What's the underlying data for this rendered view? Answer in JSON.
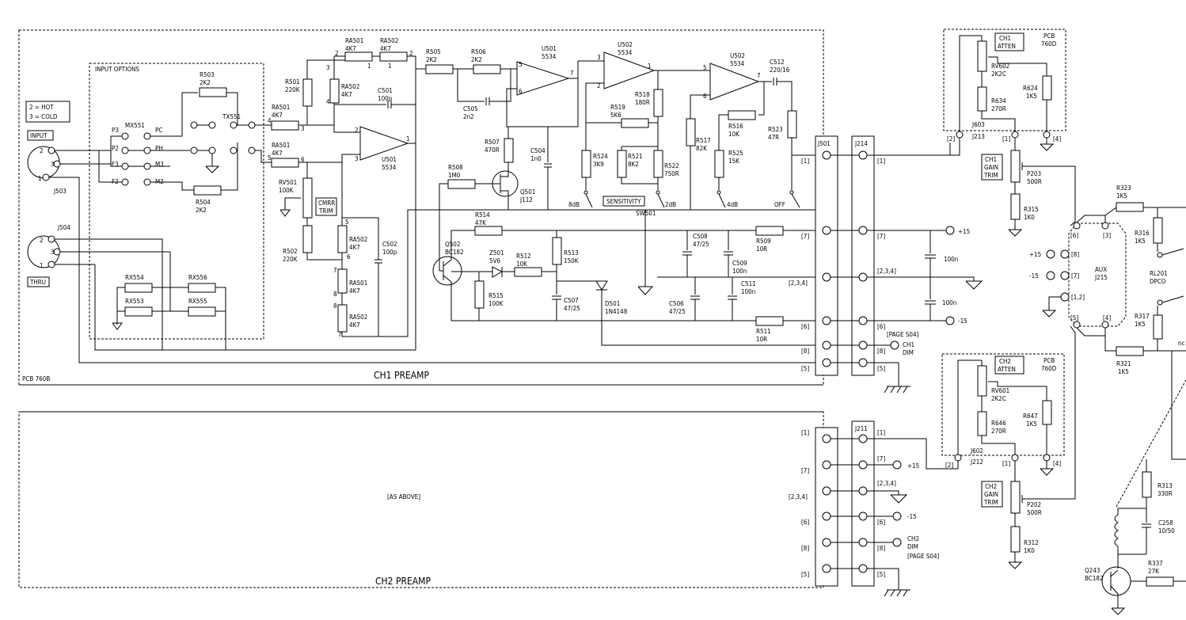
{
  "ch1": {
    "title": "CH1 PREAMP",
    "pcb": "PCB 760B",
    "input_options": "INPUT OPTIONS",
    "legend1": "2 = HOT",
    "legend2": "3 = COLD",
    "input": "INPUT",
    "thru": "THRU",
    "j503": "J503",
    "j504": "J504",
    "p3": "P3",
    "p2": "P2",
    "f3": "F3",
    "f2": "F2",
    "mx551": "MX551",
    "pc": "PC",
    "ph": "PH",
    "m3": "M3",
    "m2": "M2",
    "tx551": "TX551",
    "r503": [
      "R503",
      "2K2"
    ],
    "r504": [
      "R504",
      "2K2"
    ],
    "rx554": "RX554",
    "rx556": "RX556",
    "rx553": "RX553",
    "rx555": "RX555",
    "r501": [
      "R501",
      "220K"
    ],
    "rv501": [
      "RV501",
      "100K"
    ],
    "r502": [
      "R502",
      "220K"
    ],
    "cmrr": [
      "CMRR",
      "TRIM"
    ],
    "ra501_top": [
      "RA501",
      "4K7"
    ],
    "ra502_top": [
      "RA502",
      "4K7"
    ],
    "ra502_l": [
      "RA502",
      "4K7"
    ],
    "c501": [
      "C501",
      "100p"
    ],
    "ra501_in1": [
      "RA501",
      "4K7"
    ],
    "ra501_in2": [
      "RA501",
      "4K7"
    ],
    "u501a": [
      "U501",
      "5534"
    ],
    "ra502_b1": [
      "RA502",
      "4K7"
    ],
    "ra501_b": [
      "RA501",
      "4K7"
    ],
    "ra502_b2": [
      "RA502",
      "4K7"
    ],
    "c502": [
      "C502",
      "100p"
    ],
    "r505": [
      "R505",
      "2K2"
    ],
    "r506": [
      "R506",
      "2K2"
    ],
    "c505": [
      "C505",
      "2n2"
    ],
    "u501b": [
      "U501",
      "5534"
    ],
    "u502a": [
      "U502",
      "5534"
    ],
    "u502b": [
      "U502",
      "5534"
    ],
    "r507": [
      "R507",
      "470R"
    ],
    "c504": [
      "C504",
      "1n0"
    ],
    "q501": [
      "Q501",
      "J112"
    ],
    "r508": [
      "R508",
      "1M0"
    ],
    "r519": [
      "R519",
      "5K6"
    ],
    "r518": [
      "R518",
      "180R"
    ],
    "r524": [
      "R524",
      "3K9"
    ],
    "r521": [
      "R521",
      "8K2"
    ],
    "r522": [
      "R522",
      "750R"
    ],
    "r517": [
      "R517",
      "82K"
    ],
    "r516": [
      "R516",
      "10K"
    ],
    "r525": [
      "R525",
      "15K"
    ],
    "c512": [
      "C512",
      "220/16"
    ],
    "r523": [
      "R523",
      "47R"
    ],
    "sensitivity": "SENSITIVITY",
    "sw501": "SW501",
    "sw8": "8dB",
    "sw2": "2dB",
    "sw4": "4dB",
    "swoff": "OFF",
    "r514": [
      "R514",
      "47K"
    ],
    "q502": [
      "Q502",
      "BC182"
    ],
    "z501": [
      "Z501",
      "5V6"
    ],
    "r512": [
      "R512",
      "10K"
    ],
    "r513": [
      "R513",
      "150K"
    ],
    "r515": [
      "R515",
      "100K"
    ],
    "c507": [
      "C507",
      "47/25"
    ],
    "d501": [
      "D501",
      "1N4148"
    ],
    "c508": [
      "C508",
      "47/25"
    ],
    "c509": [
      "C509",
      "100n"
    ],
    "c506": [
      "C506",
      "47/25"
    ],
    "c511": [
      "C511",
      "100n"
    ],
    "r509": [
      "R509",
      "10R"
    ],
    "r511": [
      "R511",
      "10R"
    ],
    "j501": "J501",
    "j214": "J214",
    "pins_j501": [
      "[1]",
      "[7]",
      "[2,3,4]",
      "[6]",
      "[8]",
      "[5]"
    ],
    "pins_j214": [
      "[1]",
      "[7]",
      "[2,3,4]",
      "[6]",
      "[8]",
      "[5]"
    ],
    "plus15": "+15",
    "minus15": "-15",
    "c100n_a": "100n",
    "c100n_b": "100n",
    "page": "[PAGE S04]",
    "dim": [
      "CH1",
      "DIM"
    ]
  },
  "ch2": {
    "title": "CH2 PREAMP",
    "as_above": "[AS ABOVE]",
    "j211": "J211",
    "pins_left": [
      "[1]",
      "[7]",
      "[2,3,4]",
      "[6]",
      "[8]",
      "[5]"
    ],
    "pins_j211": [
      "[1]",
      "[7]",
      "[2,3,4]",
      "[6]",
      "[8]",
      "[5]"
    ],
    "plus15": "+15",
    "minus15": "-15",
    "dim": [
      "CH2",
      "DIM"
    ],
    "page": "[PAGE S04]"
  },
  "atten1": {
    "box": [
      "CH1",
      "ATTEN"
    ],
    "pcb": [
      "PCB",
      "760D"
    ],
    "rv602": [
      "RV602",
      "2K2C"
    ],
    "r634": [
      "R634",
      "270R"
    ],
    "r624": [
      "R624",
      "1K5"
    ],
    "j603": "J603",
    "j213": "J213",
    "p2": "[2]",
    "p1": "[1]",
    "p4": "[4]",
    "gain": [
      "CH1",
      "GAIN",
      "TRIM"
    ],
    "p203": [
      "P203",
      "500R"
    ],
    "r315": [
      "R315",
      "1K0"
    ]
  },
  "atten2": {
    "box": [
      "CH2",
      "ATTEN"
    ],
    "pcb": [
      "PCB",
      "760D"
    ],
    "rv601": [
      "RV601",
      "2K2C"
    ],
    "r646": [
      "R646",
      "270R"
    ],
    "r647": [
      "R647",
      "1K5"
    ],
    "j602": "J602",
    "j212": "J212",
    "p2": "[2]",
    "p1": "[1]",
    "p4": "[4]",
    "gain": [
      "CH2",
      "GAIN",
      "TRIM"
    ],
    "p202": [
      "P202",
      "500R"
    ],
    "r312": [
      "R312",
      "1K0"
    ]
  },
  "aux": {
    "r323": [
      "R323",
      "1K5"
    ],
    "r316": [
      "R316",
      "1K5"
    ],
    "r317": [
      "R317",
      "1K5"
    ],
    "r321": [
      "R321",
      "1K5"
    ],
    "rl201": [
      "RL201",
      "DPCO"
    ],
    "name": [
      "AUX",
      "J215"
    ],
    "pins": [
      "[6]",
      "[3]",
      "[8]",
      "[7]",
      "[1,2]",
      "[5]",
      "[4]"
    ],
    "plus15": "+15",
    "minus15": "-15",
    "nc": "nc",
    "r313": [
      "R313",
      "330R"
    ],
    "c258": [
      "C258",
      "10/50"
    ],
    "q243": [
      "Q243",
      "BC182"
    ],
    "r337": [
      "R337",
      "27K"
    ]
  }
}
